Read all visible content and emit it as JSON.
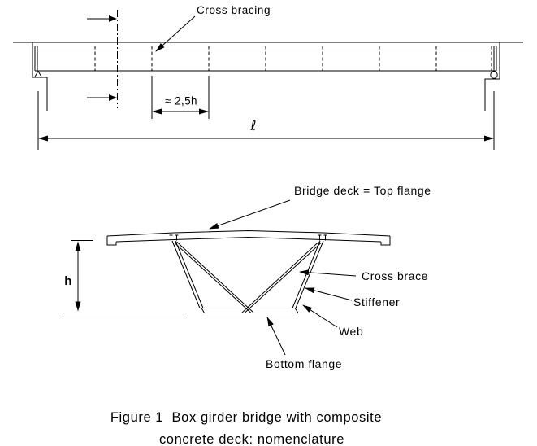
{
  "colors": {
    "ink": "#000000",
    "background": "#ffffff"
  },
  "elevation_view": {
    "cross_bracing_label": "Cross bracing",
    "brace_spacing_label": "≈ 2,5h",
    "span_label": "ℓ"
  },
  "cross_section_view": {
    "bridge_deck_label": "Bridge deck = Top flange",
    "cross_brace_label": "Cross brace",
    "stiffener_label": "Stiffener",
    "web_label": "Web",
    "bottom_flange_label": "Bottom flange",
    "girder_depth_label": "h"
  },
  "caption": {
    "line1": "Figure 1  Box girder bridge with composite",
    "line2": "concrete deck: nomenclature"
  }
}
